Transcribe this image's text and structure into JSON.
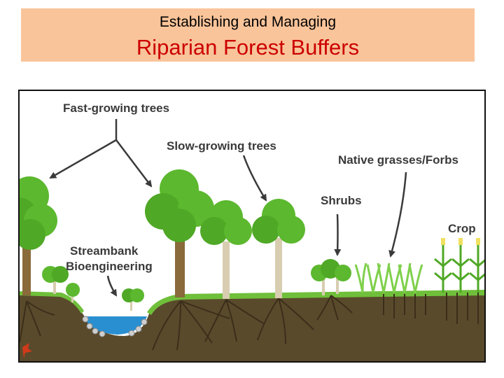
{
  "title": {
    "line1": "Establishing and Managing",
    "line2": "Riparian Forest Buffers"
  },
  "diagram": {
    "labels": {
      "fast_growing": "Fast-growing trees",
      "slow_growing": "Slow-growing trees",
      "native_grasses": "Native grasses/Forbs",
      "shrubs": "Shrubs",
      "crop": "Crop",
      "streambank_line1": "Streambank",
      "streambank_line2": "Bioengineering"
    },
    "colors": {
      "title_band": "#f9c49a",
      "title_accent": "#cc0000",
      "soil": "#5a4a2c",
      "grass_strip": "#6fbf3a",
      "water": "#2a8fd0",
      "foliage": "#5cb82e",
      "trunk": "#8a6a3a"
    }
  }
}
